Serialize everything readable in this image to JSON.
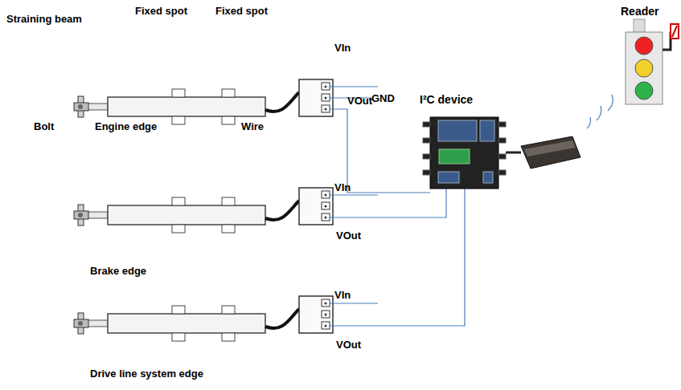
{
  "diagram": {
    "nodes": [
      {
        "text": [
          "I²C device"
        ]
      },
      {
        "text": [
          "Reader"
        ]
      }
    ],
    "labels": [
      "Straining beam",
      "Fixed spot",
      "Fixed spot",
      "Bolt",
      "Engine edge",
      "Wire",
      "VIn",
      "GND",
      "VOut",
      "VIn",
      "VOut",
      "Brake edge",
      "VIn",
      "VOut",
      "Drive line system edge"
    ]
  }
}
